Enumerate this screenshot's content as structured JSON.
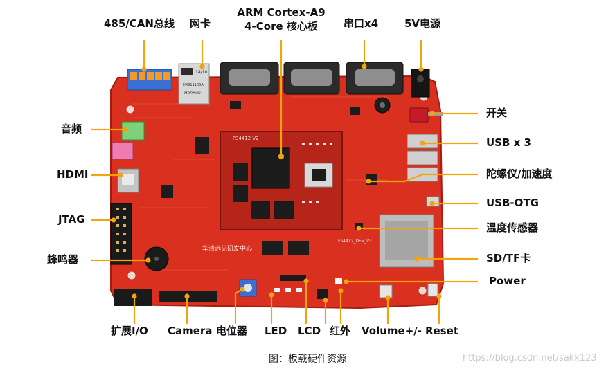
{
  "labels": {
    "rs485_can": "485/CAN总线",
    "ethernet": "网卡",
    "core_line1": "ARM Cortex-A9",
    "core_line2": "4-Core 核心板",
    "serial": "串口x4",
    "power_5v": "5V电源",
    "switch": "开关",
    "usb3": "USB x 3",
    "gyro": "陀螺仪/加速度",
    "usb_otg": "USB-OTG",
    "temp_sensor": "温度传感器",
    "sd_tf": "SD/TF卡",
    "power": "Power",
    "audio": "音频",
    "hdmi": "HDMI",
    "jtag": "JTAG",
    "buzzer": "蜂鸣器",
    "expansion_io": "扩展I/O",
    "camera": "Camera",
    "potentiometer": "电位器",
    "led": "LED",
    "lcd": "LCD",
    "infrared": "红外",
    "volume": "Volume+/-",
    "reset": "Reset"
  },
  "board_silkscreen": {
    "vendor_cn": "华清远见研发中心",
    "module_id": "FS4412  V2",
    "board_id": "FS4412_DEV_V3",
    "hanrun": "HanRun",
    "hr_part": "HR911105A",
    "rj_code": "14/10"
  },
  "caption": "图：板载硬件资源",
  "watermark": "https://blog.csdn.net/sakk123",
  "colors": {
    "pcb": "#d9301f",
    "pcb_dark": "#a71b0f",
    "core_module": "#b6251a",
    "chip": "#1c1c1c",
    "leader": "#f2a40f",
    "connector_metal": "#c4c4c4",
    "terminal_blue": "#3b6fd1",
    "audio_green": "#7ed17b",
    "audio_pink": "#f07bb0",
    "sd_slot": "#bdbdbd"
  }
}
